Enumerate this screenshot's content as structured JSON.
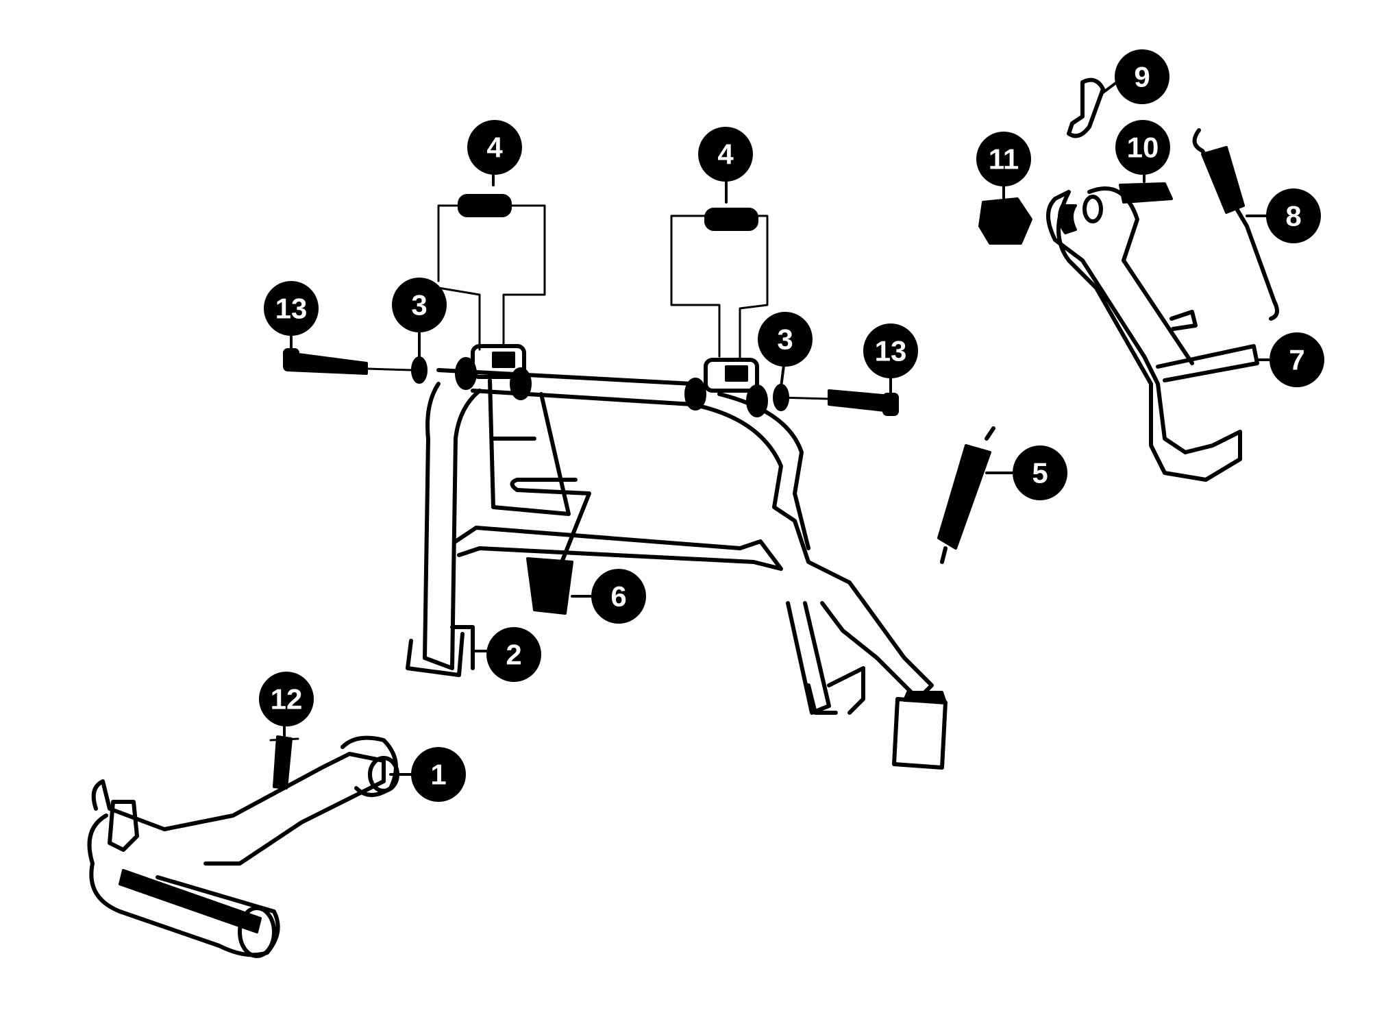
{
  "diagram": {
    "background": "#ffffff",
    "ink": "#000000",
    "callouts": [
      {
        "id": "c1",
        "label": "1"
      },
      {
        "id": "c2",
        "label": "2"
      },
      {
        "id": "c3a",
        "label": "3"
      },
      {
        "id": "c3b",
        "label": "3"
      },
      {
        "id": "c4a",
        "label": "4"
      },
      {
        "id": "c4b",
        "label": "4"
      },
      {
        "id": "c5",
        "label": "5"
      },
      {
        "id": "c6",
        "label": "6"
      },
      {
        "id": "c7",
        "label": "7"
      },
      {
        "id": "c8",
        "label": "8"
      },
      {
        "id": "c9",
        "label": "9"
      },
      {
        "id": "c10",
        "label": "10"
      },
      {
        "id": "c11",
        "label": "11"
      },
      {
        "id": "c12",
        "label": "12"
      },
      {
        "id": "c13a",
        "label": "13"
      },
      {
        "id": "c13b",
        "label": "13"
      }
    ]
  }
}
